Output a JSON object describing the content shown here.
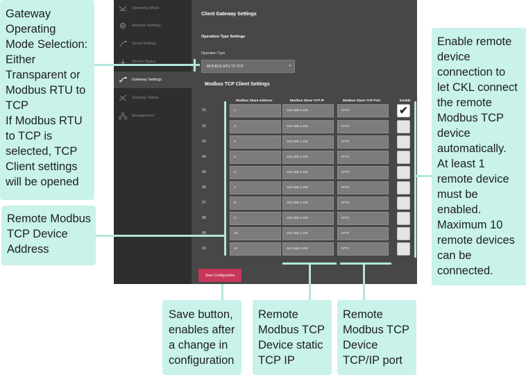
{
  "sidebar": {
    "items": [
      {
        "label": "Operating Mode",
        "icon": "operating-mode-icon"
      },
      {
        "label": "Network Settings",
        "icon": "network-globe-icon"
      },
      {
        "label": "Serial Settings",
        "icon": "serial-plug-icon"
      },
      {
        "label": "Device Status",
        "icon": "device-status-icon"
      },
      {
        "label": "Gateway Settings",
        "icon": "gateway-icon"
      },
      {
        "label": "Gateway Status",
        "icon": "gateway-status-icon"
      },
      {
        "label": "Management",
        "icon": "management-tree-icon"
      }
    ],
    "active": "Gateway Settings"
  },
  "main": {
    "title": "Client Gateway Settings",
    "operation_section": "Operation Type Settings",
    "operation_type_label": "Operation Type",
    "operation_type_value": "MODBUS RTU TO TCP",
    "client_section": "Modbus TCP Client Settings",
    "columns": [
      "Modbus Slave Address",
      "Modbus Slave TCP IP",
      "Modbus Slave TCP Port",
      "Enable"
    ],
    "rows": [
      {
        "no": "01.",
        "address": "2",
        "ip": "192.168.0.128",
        "port": "9770",
        "enabled": true
      },
      {
        "no": "02.",
        "address": "3",
        "ip": "192.168.1.100",
        "port": "9770",
        "enabled": false
      },
      {
        "no": "03.",
        "address": "4",
        "ip": "192.168.1.100",
        "port": "9770",
        "enabled": false
      },
      {
        "no": "04.",
        "address": "5",
        "ip": "192.168.1.100",
        "port": "9770",
        "enabled": false
      },
      {
        "no": "05.",
        "address": "6",
        "ip": "192.168.1.100",
        "port": "9770",
        "enabled": false
      },
      {
        "no": "06.",
        "address": "7",
        "ip": "192.168.1.100",
        "port": "9770",
        "enabled": false
      },
      {
        "no": "07.",
        "address": "8",
        "ip": "192.168.1.100",
        "port": "9770",
        "enabled": false
      },
      {
        "no": "08.",
        "address": "9",
        "ip": "192.168.1.100",
        "port": "9770",
        "enabled": false
      },
      {
        "no": "09.",
        "address": "10",
        "ip": "192.168.1.100",
        "port": "9770",
        "enabled": false
      },
      {
        "no": "10.",
        "address": "11",
        "ip": "192.168.1.100",
        "port": "9770",
        "enabled": false
      }
    ],
    "save_label": "Save Configuration"
  },
  "annotations": {
    "mode": "Gateway\nOperating\nMode Selection:\nEither\nTransparent or\nModbus RTU to\nTCP\nIf Modbus RTU\nto TCP is\nselected, TCP\nClient settings\nwill be opened",
    "address": "Remote Modbus\nTCP Device\nAddress",
    "enable": "Enable remote\ndevice\nconnection to\nlet CKL connect\nthe remote\nModbus TCP\ndevice\nautomatically.\nAt least 1\nremote device\nmust be\nenabled.\nMaximum 10\nremote devices\ncan be\nconnected.",
    "save": "Save button,\nenables after\na change in\nconfiguration",
    "ip": "Remote\nModbus TCP\nDevice static\nTCP IP",
    "port": "Remote\nModbus TCP\nDevice\nTCP/IP port"
  },
  "colors": {
    "annotation_bg": "#c8f2ea",
    "connector": "#b3e6dd",
    "sidebar_bg": "#2e2e2e",
    "main_bg": "#474747",
    "save_button": "#c8375a"
  }
}
